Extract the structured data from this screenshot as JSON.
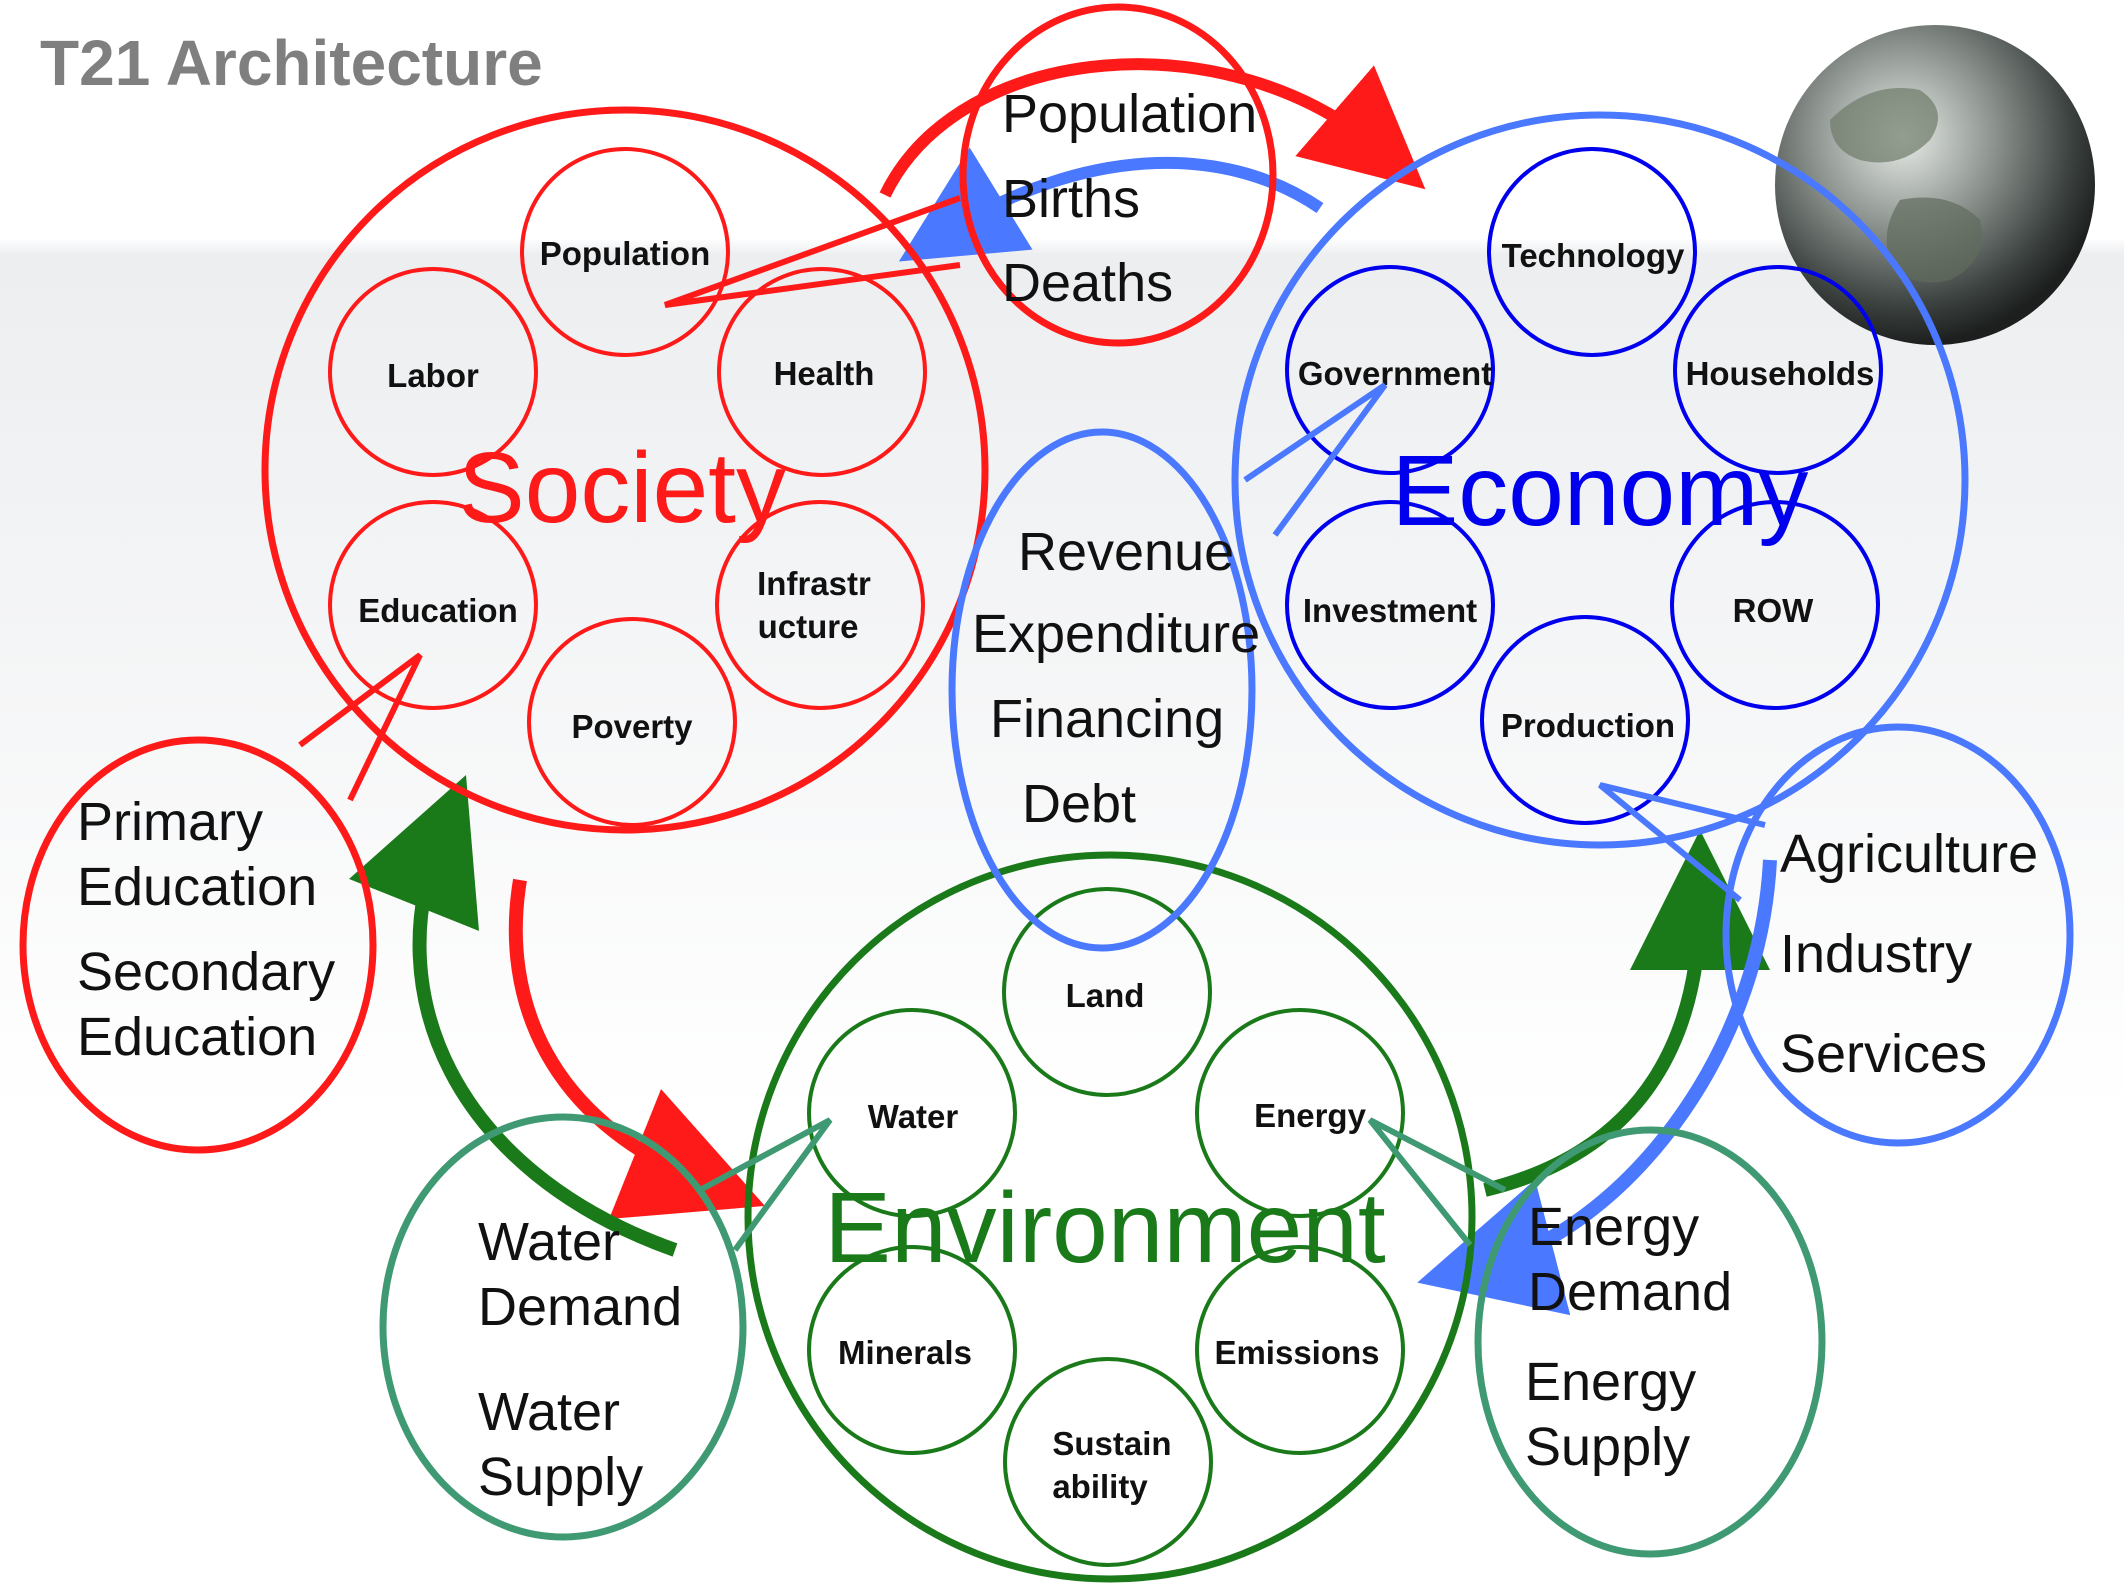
{
  "title": "T21 Architecture",
  "colors": {
    "society": "#ff1a1a",
    "economy": "#0000ee",
    "economy_callout": "#4a78ff",
    "environment": "#1a7a1a",
    "environment_callout": "#3f9a73"
  },
  "icons": {
    "globe": "globe-icon"
  },
  "society": {
    "label": "Society",
    "modules": [
      "Population",
      "Health",
      "Labor",
      "Education",
      "Infrastr",
      "ucture",
      "Poverty"
    ]
  },
  "economy": {
    "label": "Economy",
    "modules": [
      "Technology",
      "Government",
      "Households",
      "Investment",
      "ROW",
      "Production"
    ]
  },
  "environment": {
    "label": "Environment",
    "modules": [
      "Land",
      "Water",
      "Energy",
      "Minerals",
      "Emissions",
      "Sustain",
      "ability"
    ]
  },
  "callouts": {
    "population": [
      "Population",
      "Births",
      "Deaths"
    ],
    "education": [
      "Primary",
      "Education",
      "Secondary",
      "Education"
    ],
    "government": [
      "Revenue",
      "Expenditure",
      "Financing",
      "Debt"
    ],
    "production": [
      "Agriculture",
      "Industry",
      "Services"
    ],
    "water": [
      "Water",
      "Demand",
      "Water",
      "Supply"
    ],
    "energy": [
      "Energy",
      "Demand",
      "Energy",
      "Supply"
    ]
  }
}
